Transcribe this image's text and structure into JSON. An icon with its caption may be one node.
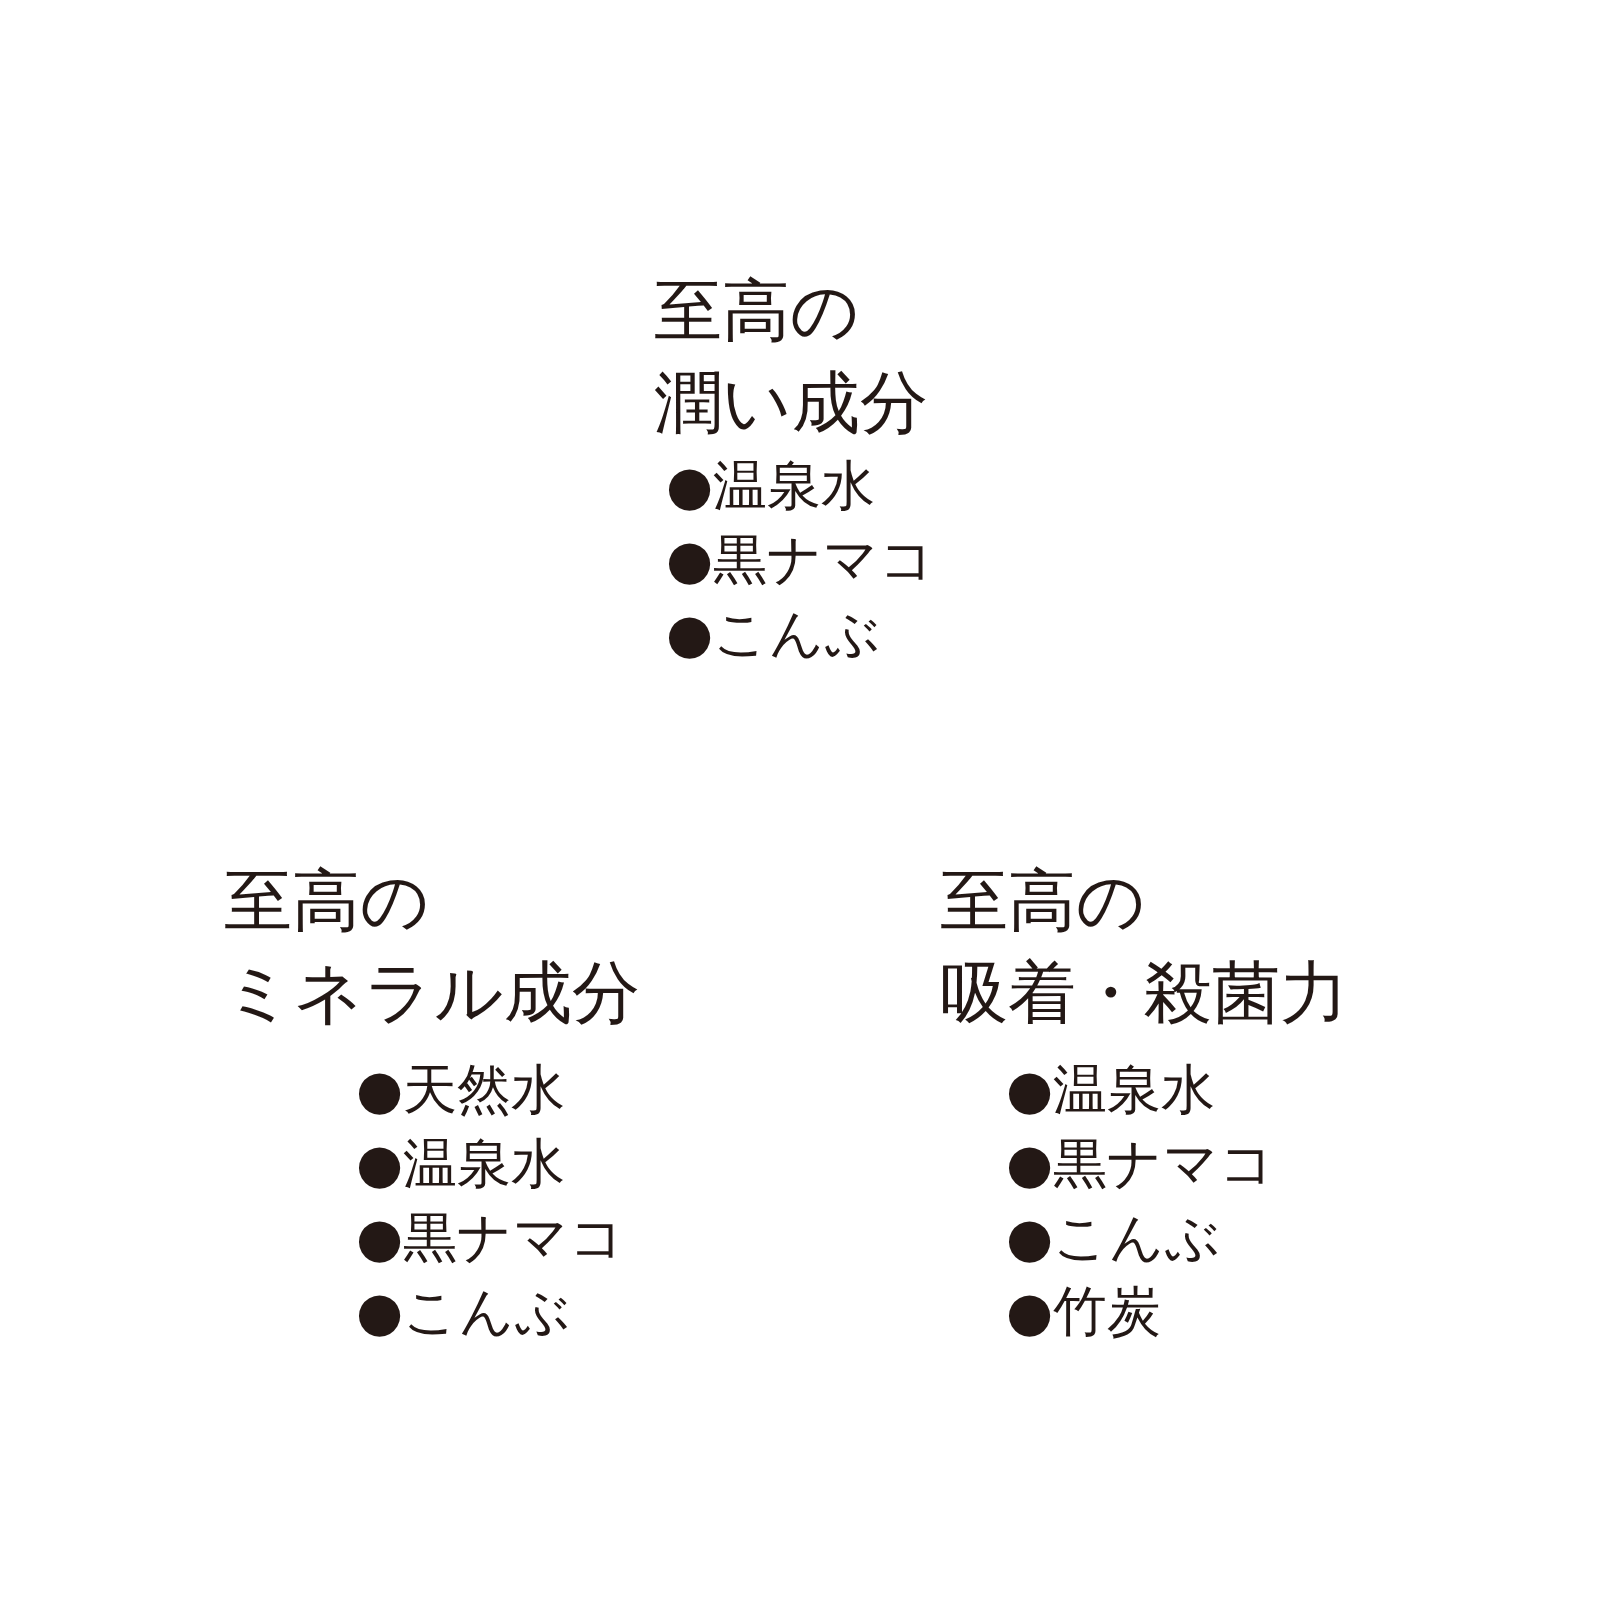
{
  "diagram": {
    "labels": [
      "至高の潤い成分",
      "●温泉水",
      "●黒ナマコ",
      "●こんぶ",
      "至高のミネラル成分",
      "●天然水",
      "●温泉水",
      "●黒ナマコ",
      "●こんぶ",
      "至高の吸着・殺菌力",
      "●温泉水",
      "●黒ナマコ",
      "●こんぶ",
      "●竹炭"
    ]
  }
}
